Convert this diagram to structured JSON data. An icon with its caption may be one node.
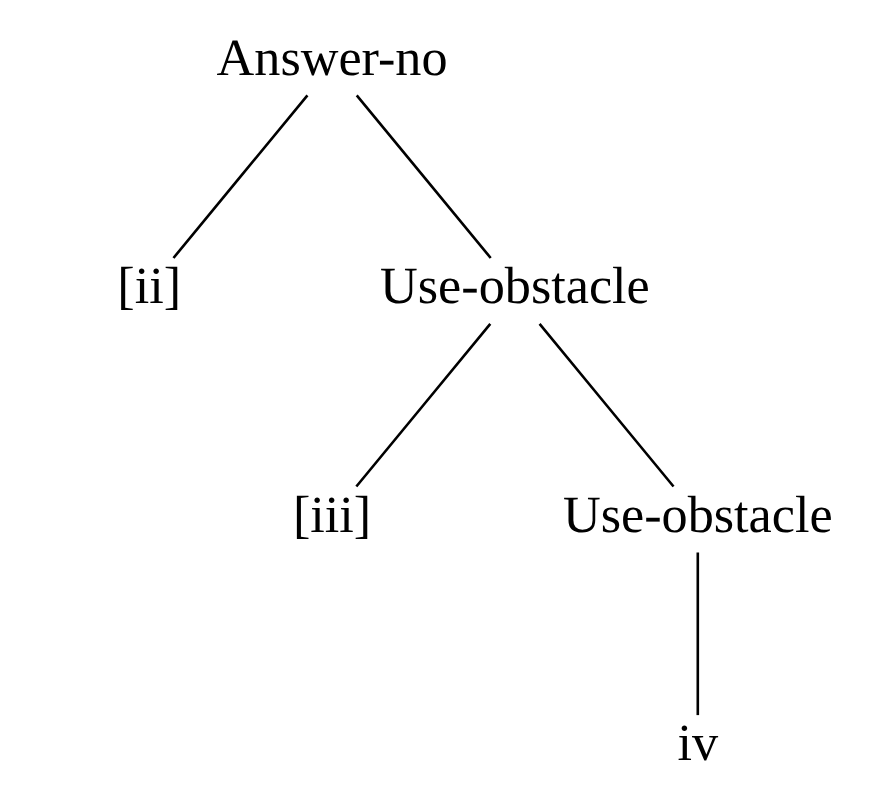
{
  "diagram": {
    "nodes": [
      {
        "text": [
          "Answer-no"
        ]
      },
      {
        "text": [
          "[ii]"
        ]
      },
      {
        "text": [
          "Use-obstacle"
        ]
      },
      {
        "text": [
          "[iii]"
        ]
      },
      {
        "text": [
          "Use-obstacle"
        ]
      },
      {
        "text": [
          "iv"
        ]
      }
    ],
    "edges": [
      {
        "from": 0,
        "to": 1,
        "arrow": "none"
      },
      {
        "from": 0,
        "to": 2,
        "arrow": "none"
      },
      {
        "from": 2,
        "to": 3,
        "arrow": "none"
      },
      {
        "from": 2,
        "to": 4,
        "arrow": "none"
      },
      {
        "from": 4,
        "to": 5,
        "arrow": "none"
      }
    ]
  }
}
